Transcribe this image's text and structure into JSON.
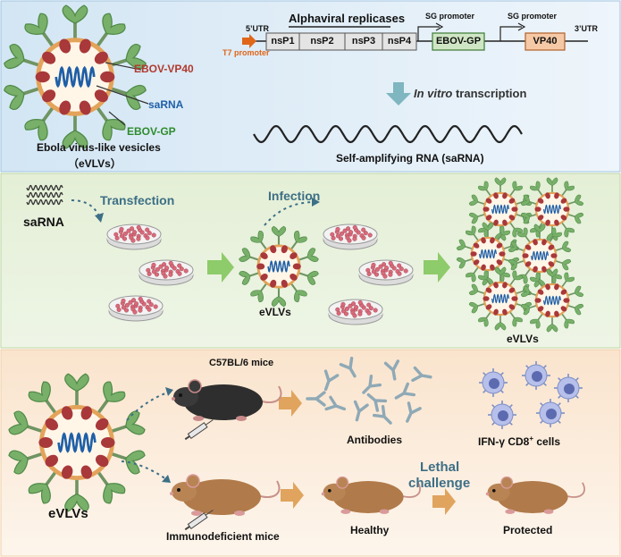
{
  "panel1": {
    "particle_title_line1": "Ebola virus-like vesicles",
    "particle_title_line2": "（eVLVs）",
    "label_vp40": "EBOV-VP40",
    "label_sarna": "saRNA",
    "label_gp": "EBOV-GP",
    "construct": {
      "replicase_header": "Alphaviral replicases",
      "utr5": "5’UTR",
      "utr3": "3’UTR",
      "t7_promoter": "T7 promoter",
      "sg_promoter_1": "SG promoter",
      "sg_promoter_2": "SG promoter",
      "segments": [
        "nsP1",
        "nsP2",
        "nsP3",
        "nsP4"
      ],
      "gp_gene": "EBOV-GP",
      "vp40_gene": "VP40"
    },
    "transcription_label_italic": "In vitro",
    "transcription_label_rest": " transcription",
    "rna_caption": "Self-amplifying RNA (saRNA)"
  },
  "panel2": {
    "sarna_label": "saRNA",
    "transfection": "Transfection",
    "infection": "Infection",
    "evlvs_middle": "eVLVs",
    "evlvs_right": "eVLVs"
  },
  "panel3": {
    "evlvs_label": "eVLVs",
    "c57_mice": "C57BL/6 mice",
    "immunodeficient_mice": "Immunodeficient mice",
    "antibodies": "Antibodies",
    "ifn_prefix": "IFN-γ CD8",
    "ifn_sup": "+",
    "ifn_suffix": " cells",
    "lethal_line1": "Lethal",
    "lethal_line2": "challenge",
    "healthy": "Healthy",
    "protected": "Protected"
  },
  "colors": {
    "panel1_bg": "#e3eff8",
    "panel2_bg": "#e9f2dc",
    "panel3_bg": "#fbecdc",
    "vp40_text": "#b03a2e",
    "sarna_text": "#1f5fa8",
    "gp_text": "#2e8b2e",
    "t7_text": "#e0661a",
    "arrow_green": "#8ecb6a",
    "arrow_orange": "#e0a45e",
    "arrow_teal": "#7fb6c0",
    "challenge_text": "#3d6f86"
  }
}
